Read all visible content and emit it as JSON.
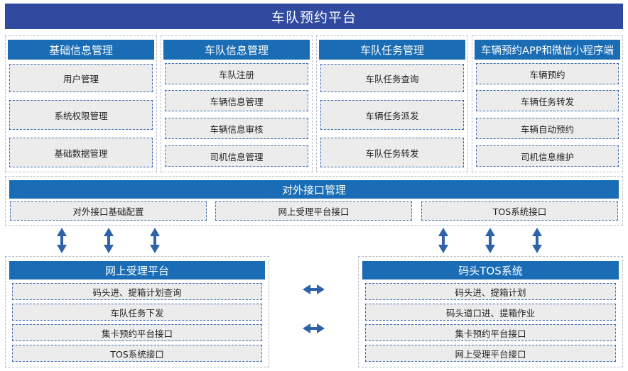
{
  "title": "车队预约平台",
  "modules": [
    {
      "header": "基础信息管理",
      "items": [
        "用户管理",
        "系统权限管理",
        "基础数据管理"
      ]
    },
    {
      "header": "车队信息管理",
      "items": [
        "车队注册",
        "车辆信息管理",
        "车辆信息审核",
        "司机信息管理"
      ]
    },
    {
      "header": "车队任务管理",
      "items": [
        "车队任务查询",
        "车辆任务派发",
        "车队任务转发"
      ]
    },
    {
      "header": "车辆预约APP和微信小程序端",
      "items": [
        "车辆预约",
        "车辆任务转发",
        "车辆自动预约",
        "司机信息维护"
      ]
    }
  ],
  "interface": {
    "header": "对外接口管理",
    "items": [
      "对外接口基础配置",
      "网上受理平台接口",
      "TOS系统接口"
    ]
  },
  "left_system": {
    "header": "网上受理平台",
    "items": [
      "码头进、提箱计划查询",
      "车队任务下发",
      "集卡预约平台接口",
      "TOS系统接口"
    ]
  },
  "right_system": {
    "header": "码头TOS系统",
    "items": [
      "码头进、提箱计划",
      "码头道口进、提箱作业",
      "集卡预约平台接口",
      "网上受理平台接口"
    ]
  },
  "colors": {
    "title_bg": "#2f4a9e",
    "header_bg": "#1a6db5",
    "item_bg": "#ececec",
    "item_border": "#3d6eb3",
    "arrow": "#2f63a8"
  }
}
